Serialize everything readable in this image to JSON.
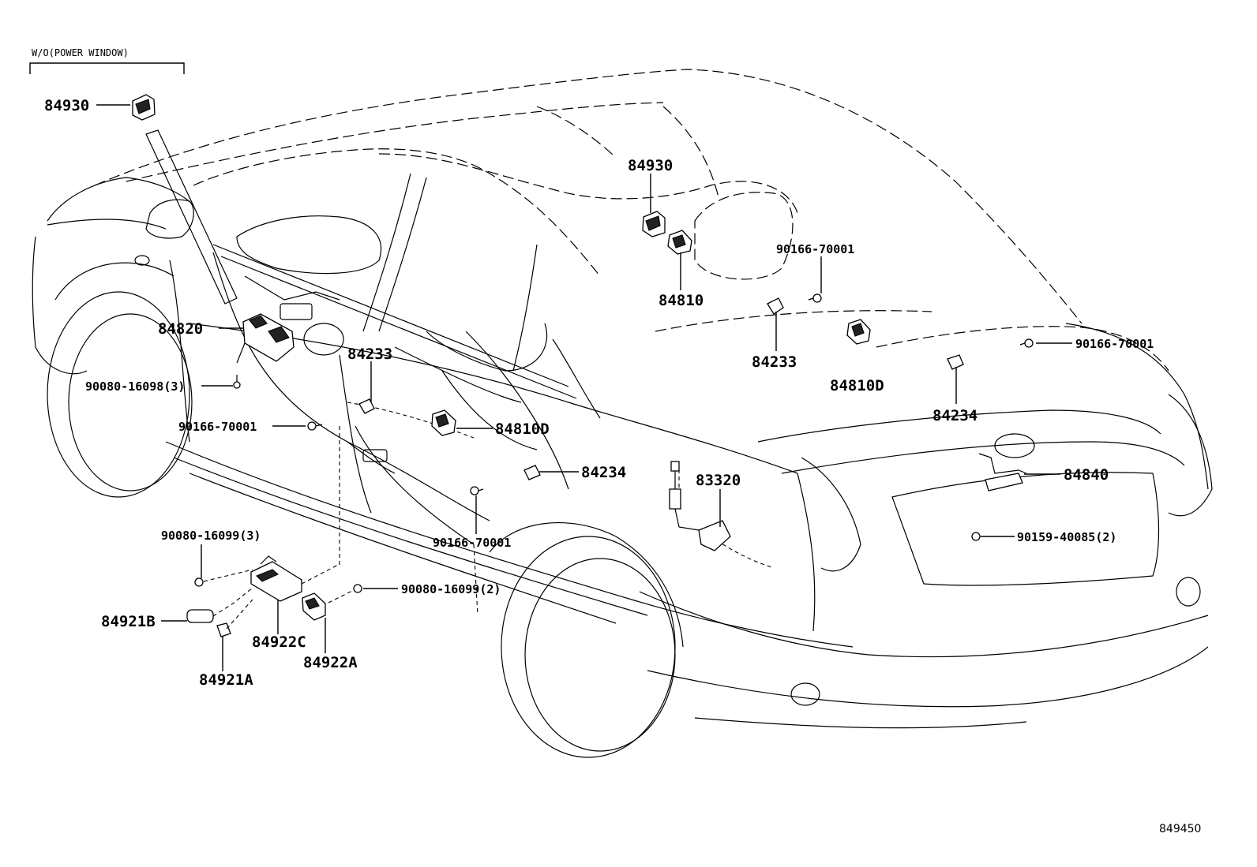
{
  "section_note": "W/O(POWER WINDOW)",
  "figure_code": "849450",
  "callouts": {
    "c84930_wo": "84930",
    "c84930": "84930",
    "c84810": "84810",
    "c84820": "84820",
    "c84233_left": "84233",
    "c84233_right": "84233",
    "c84810d_right": "84810D",
    "c84810d_left": "84810D",
    "c84234_right": "84234",
    "c84234_left": "84234",
    "c83320": "83320",
    "c84840": "84840",
    "c84921b": "84921B",
    "c84921a": "84921A",
    "c84922c": "84922C",
    "c84922a": "84922A",
    "c90166_top": "90166-70001",
    "c90166_right": "90166-70001",
    "c90166_left": "90166-70001",
    "c90166_bottom": "90166-70001",
    "c90080_16098": "90080-16098(3)",
    "c90080_16099_3": "90080-16099(3)",
    "c90080_16099_2": "90080-16099(2)",
    "c90159": "90159-40085(2)"
  }
}
